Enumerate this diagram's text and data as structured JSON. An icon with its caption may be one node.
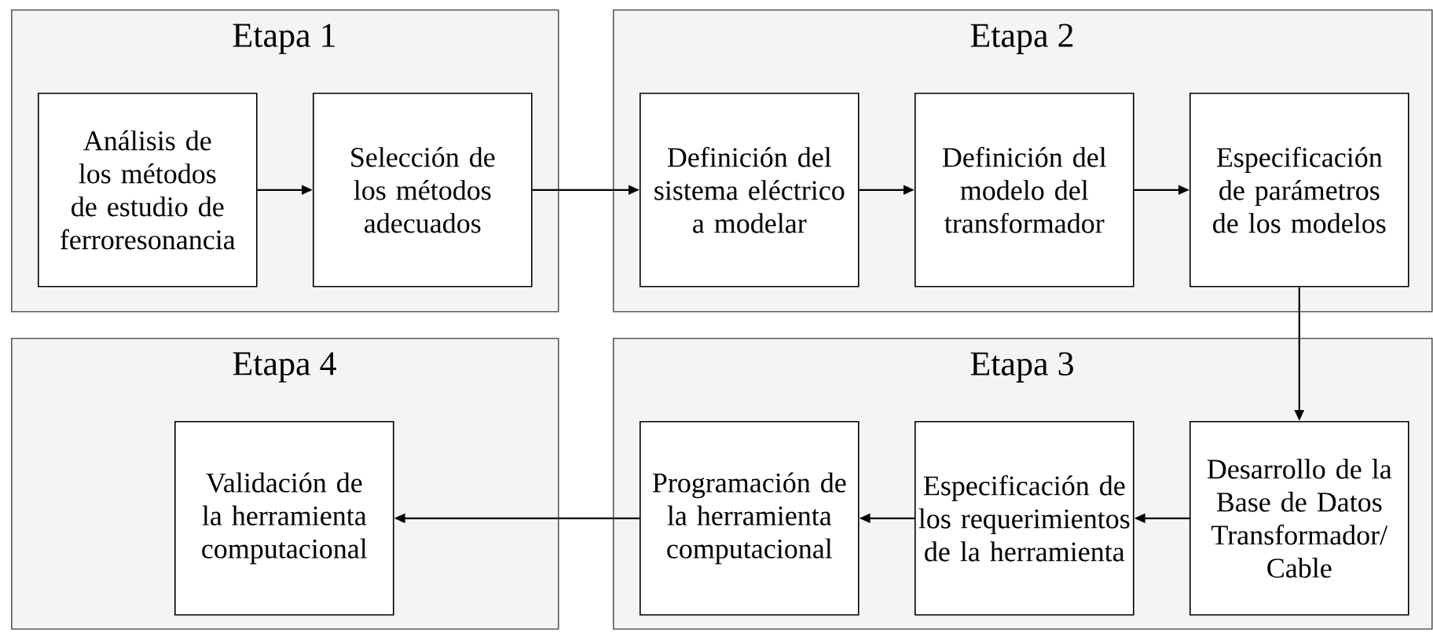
{
  "diagram": {
    "nodes": [
      {
        "text": [
          "Etapa 1"
        ]
      },
      {
        "text": [
          "Análisis de los métodos de estudio de ferroresonancia"
        ],
        "in": 0
      },
      {
        "text": [
          "Selección de los métodos adecuados"
        ],
        "in": 0
      },
      {
        "text": [
          "Etapa 2"
        ]
      },
      {
        "text": [
          "Definición del sistema eléctrico a modelar"
        ],
        "in": 3
      },
      {
        "text": [
          "Definición del modelo del transformador"
        ],
        "in": 3
      },
      {
        "text": [
          "Especificación de parámetros de los modelos"
        ],
        "in": 3
      },
      {
        "text": [
          "Etapa 4"
        ]
      },
      {
        "text": [
          "Validación de la herramienta computacional"
        ],
        "in": 7
      },
      {
        "text": [
          "Etapa 3"
        ]
      },
      {
        "text": [
          "Programación de la herramienta computacional"
        ],
        "in": 9
      },
      {
        "text": [
          "Especificación de los requerimientos de la herramienta"
        ],
        "in": 9
      },
      {
        "text": [
          "Desarrollo de la Base de Datos Transformador/ Cable"
        ],
        "in": 9
      }
    ],
    "edges": [
      {
        "from": 1,
        "to": 2,
        "arrow": "to"
      },
      {
        "from": 2,
        "to": 4,
        "arrow": "to"
      },
      {
        "from": 4,
        "to": 5,
        "arrow": "to"
      },
      {
        "from": 5,
        "to": 6,
        "arrow": "to"
      },
      {
        "from": 6,
        "to": 12,
        "arrow": "to"
      },
      {
        "from": 12,
        "to": 11,
        "arrow": "to"
      },
      {
        "from": 11,
        "to": 10,
        "arrow": "to"
      },
      {
        "from": 10,
        "to": 8,
        "arrow": "to"
      }
    ]
  }
}
